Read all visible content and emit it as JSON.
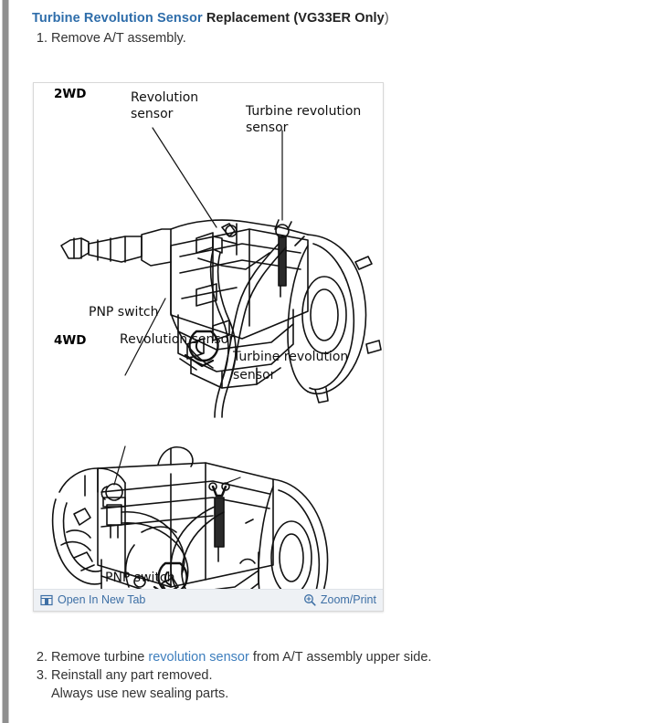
{
  "heading": {
    "part_link": "Turbine Revolution Sensor",
    "plain": " Replacement (VG33ER Only",
    "paren_close": ")"
  },
  "steps": {
    "step1": {
      "num": "1.",
      "text": "Remove A/T assembly."
    },
    "step2": {
      "num": "2.",
      "pre": "Remove turbine ",
      "link": "revolution sensor",
      "post": " from A/T assembly upper side."
    },
    "step3": {
      "num": "3.",
      "text": "Reinstall any part removed."
    },
    "step3_note": "Always use new sealing parts."
  },
  "figure": {
    "toolbar": {
      "open_new_tab": "Open In New Tab",
      "open_new_tab_icon": "open-in-new-tab-icon",
      "zoom_print": "Zoom/Print",
      "zoom_print_icon": "magnifier-plus-icon"
    },
    "diagram": {
      "panels": [
        {
          "mode": "2WD",
          "labels": [
            {
              "name": "revolution-sensor-label",
              "line1": "Revolution",
              "line2": "sensor"
            },
            {
              "name": "turbine-revolution-sensor-label",
              "line1": "Turbine revolution",
              "line2": "sensor"
            },
            {
              "name": "pnp-switch-label",
              "line1": "PNP switch",
              "line2": ""
            }
          ]
        },
        {
          "mode": "4WD",
          "labels": [
            {
              "name": "revolution-sensor-label",
              "line1": "Revolution sensor",
              "line2": ""
            },
            {
              "name": "turbine-revolution-sensor-label",
              "line1": "Turbine revolution",
              "line2": "sensor"
            },
            {
              "name": "pnp-switch-label",
              "line1": "PNP switch",
              "line2": ""
            }
          ]
        }
      ]
    }
  },
  "colors": {
    "link": "#3d7ebd",
    "heading_link": "#2e6daa",
    "toolbar_bg": "#eef1f5",
    "toolbar_text": "#3d6fa5",
    "body_text": "#333333",
    "card_border": "#d8d8d8",
    "gutter_bar": "#8f8f8f"
  }
}
